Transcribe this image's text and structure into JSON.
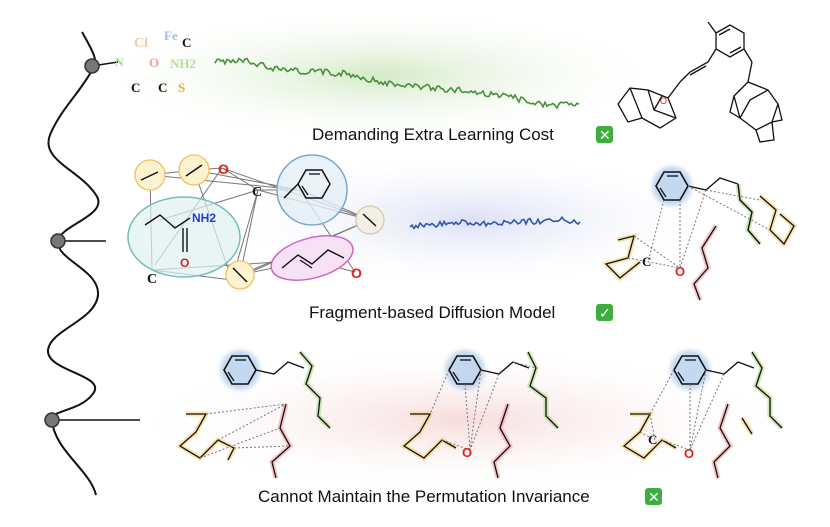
{
  "captions": {
    "row1": "Demanding Extra Learning Cost",
    "row2": "Fragment-based Diffusion Model",
    "row3": "Cannot Maintain the Permutation Invariance",
    "row1_mark": "✕",
    "row2_mark": "✓",
    "row3_mark": "✕"
  },
  "row1_atoms": [
    "Cl",
    "Fe",
    "C",
    "N",
    "O",
    "NH2",
    "C",
    "C",
    "S"
  ],
  "row2_labels": {
    "nh2": "NH2",
    "amide_o": "O",
    "o_top": "O",
    "c_center": "C",
    "c_bottom": "C",
    "o_right": "O"
  },
  "right_labels": {
    "c_row2": "C",
    "o_row2": "O",
    "o_row3a": "O",
    "c_row3b": "C",
    "o_row3b": "O"
  },
  "colors": {
    "green_noise": "#4a8f3c",
    "blue_noise": "#3355aa",
    "check_green": "#3fae3f",
    "cross_green": "#3fae3f",
    "red_atom": "#e02020",
    "nh2_blue": "#1f3fd0"
  },
  "icons": [
    "check-mark-icon",
    "cross-mark-icon"
  ]
}
